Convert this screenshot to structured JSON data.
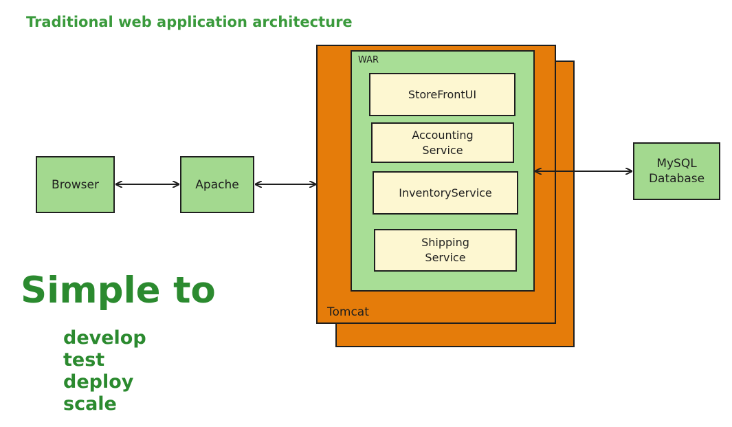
{
  "title": "Traditional web application architecture",
  "nodes": {
    "browser": "Browser",
    "apache": "Apache",
    "mysql": "MySQL\nDatabase",
    "war_label": "WAR",
    "tomcat_label": "Tomcat",
    "services": [
      "StoreFrontUI",
      "Accounting\nService",
      "InventoryService",
      "Shipping\nService"
    ]
  },
  "tagline": "Simple to",
  "benefits": [
    "develop",
    "test",
    "deploy",
    "scale"
  ],
  "colors": {
    "heading_green": "#3a9a3c",
    "simple_green": "#2b8a2f",
    "box_green": "#a3d98f",
    "tomcat_orange": "#e57c0a",
    "service_cream": "#fdf7d1"
  }
}
